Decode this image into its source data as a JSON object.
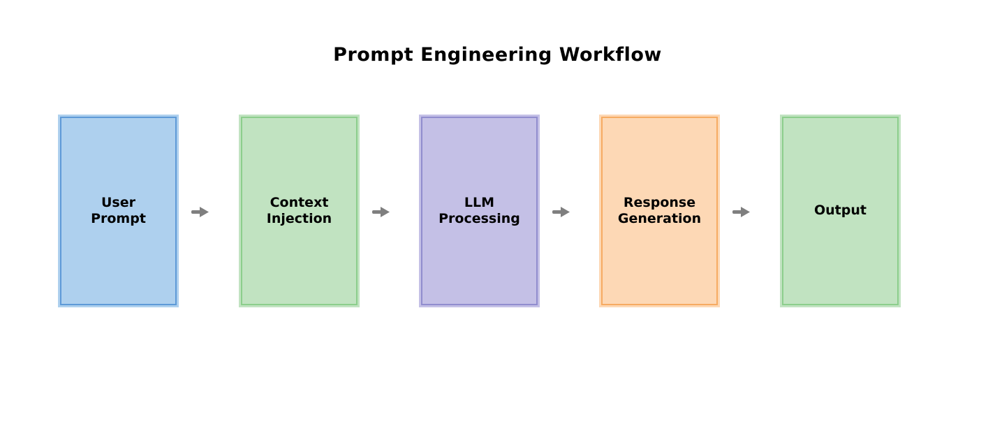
{
  "title": "Prompt Engineering Workflow",
  "diagram": {
    "type": "flowchart",
    "direction": "left-to-right",
    "background": "#ffffff",
    "text_color": "#000000",
    "arrow_color": "#7f7f7f",
    "nodes": [
      {
        "id": "user-prompt",
        "label": "User\nPrompt",
        "fill": "#aed0ee",
        "border": "#5e9ad7"
      },
      {
        "id": "context-injection",
        "label": "Context\nInjection",
        "fill": "#c1e3c1",
        "border": "#8cce8c"
      },
      {
        "id": "llm-processing",
        "label": "LLM\nProcessing",
        "fill": "#c4c0e6",
        "border": "#918dce"
      },
      {
        "id": "response-generation",
        "label": "Response\nGeneration",
        "fill": "#fdd8b5",
        "border": "#f6ab62"
      },
      {
        "id": "output",
        "label": "Output",
        "fill": "#c1e3c1",
        "border": "#8cce8c"
      }
    ],
    "connections": [
      {
        "from": "user-prompt",
        "to": "context-injection"
      },
      {
        "from": "context-injection",
        "to": "llm-processing"
      },
      {
        "from": "llm-processing",
        "to": "response-generation"
      },
      {
        "from": "response-generation",
        "to": "output"
      }
    ]
  }
}
